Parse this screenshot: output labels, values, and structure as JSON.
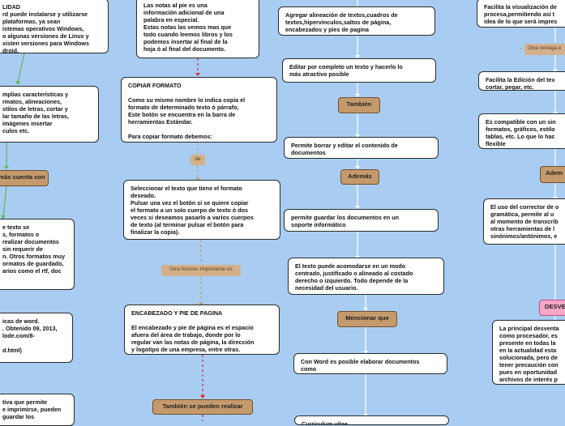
{
  "colors": {
    "background": "#a9cdf2",
    "box_border": "#2b2b2b",
    "tag_fill": "#c49a6c",
    "tag_pink": "#f7a6c7",
    "line_white": "#ffffff",
    "line_green": "#5fb85a",
    "line_red": "#d9263a",
    "line_brown_dash": "#c49a6c"
  },
  "left": {
    "box1": "LIDAD\nrd puede instalarse y utilizarse\nplataformas, ya sean\nistemas operativos Windows,\no algunas versiones de Linux y\nxisten versiones para Windows\ndroid.",
    "box2": "mplias características y\nrmatos, alineaciones,\nstilos de letras, cortar y\nlar tamaño de las letras,\nimágenes insertar\nculos etc.",
    "tag1": "más cuenta con",
    "box3": "e texto se\ns, formatos o\nrealizar documentos\nsin requerir de\nn. Otros formatos muy\normatos de guardado,\narios como el rtf, doc",
    "box4": "icas de word.\n. Obtenido 09, 2013,\nlode.com/8-\n\nd.html)",
    "box5": "tiva que permite\ne imprimirse, pueden\nguardar los"
  },
  "center_left": {
    "box_notes": "Las notas al pie es una\ninformación adicional de una\npalabra en especial.\nEstas notas las vemos mas que\ntodo cuando leemos libros y los\npodemos insertar al final de la\nhoja ó al final del documento.",
    "box_copiar": "COPIAR FORMATO\n\nComo su mismo nombre lo indica copia el\nformato de determinado texto ó párrafo,\nEste botón se encuentra en la barra de\nherramientas Estándar.\n\nPara copiar formato debemos:",
    "tag_de": "de",
    "box_select": "Seleccionar el texto que tiene el formato\ndeseado.\nPulsar una vez el botón si se quiere copiar\nel formato a un solo cuerpo de texto ó dos\nveces si deseamos pasarlo a varios cuerpos\nde texto (al terminar pulsar el botón para\nfinalizar la copia).",
    "tag_otra": "Otra funcion importante es",
    "box_encabezado": "ENCABEZADO Y PIE DE PAGINA\n\nEl encabezado y pie de página es el espacio\nafuera del área de trabajo, donde por lo\nregular van las notas de página, la dirección\ny logotipo de una empresa, entre otras.",
    "tag_tambien_realizar": "También se pueden realizar"
  },
  "center_right": {
    "box_alineacion": "Agregar alineación de textos,cuadros de\ntextos,hipervinculos,saltos de página,\nencabezados y pies de pagina",
    "box_editar": "Editar por completo un texto y hacerlo lo\nmás atractivo posible",
    "tag_tambien": "También",
    "box_borrar": "Permite borrar y editar el contenido de\ndocumentos",
    "tag_ademas": "Además",
    "box_guardar": "permite guardar los documentos en un\nsoporte informático",
    "box_acomodar": "El texto puede acomodarse en un modo\ncentrado, justificado o alineado al costado\nderecho o izquierdo. Todo depende de la\nnecesidad del usuario.",
    "tag_mencionar": "Mencionar que",
    "box_elaborar": "Con Word es posible elaborar documentos\ncomo",
    "box_curriculum": "Curriculum vitae\nPlantillas para documentos oficiales\nDocumentos HTML"
  },
  "right": {
    "box_facilita_vis": "Facilita la visualización de\nprocesa,permitiendo así t\nidea de lo que será impres",
    "tag_otra_ventaja": "Otra ventaja e",
    "box_facilita_ed": "Facilita la Edición del tex\ncortar, pegar, etc.",
    "box_compatible": "Es compatible con un sin\nformatos, gráficos, estilo\ntablas, etc. Lo que lo hac\nflexible",
    "tag_ademas_r": "Adem",
    "box_corrector": "El uso del corrector de o\ngramática, permite al u\nal momento de transcrib\notras herramientas de l\nsinónimos/antónimos, e",
    "tag_desv": "DESVE",
    "box_desventaja": "La principal desventa\ncomo procesador, es\npresente en todas la\nen la actualidad esta\nsolucionada, pero de\ntener precaución con\npues en oportunidad\narchivos de interés p"
  }
}
